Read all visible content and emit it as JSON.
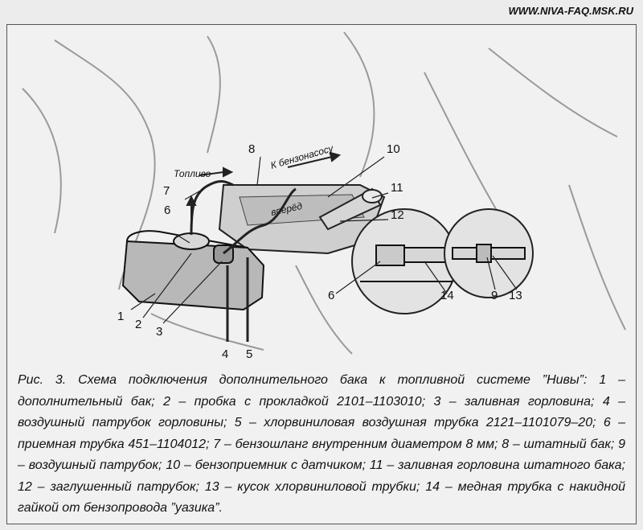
{
  "watermark": "WWW.NIVA-FAQ.MSK.RU",
  "figure": {
    "flow_labels": {
      "fuel": "Топливо",
      "to_pump": "К бензонасосу",
      "tank_text": "вперёд"
    },
    "callouts": [
      "1",
      "2",
      "3",
      "4",
      "5",
      "6",
      "7",
      "8",
      "10",
      "11",
      "12",
      "6",
      "14",
      "9",
      "13"
    ],
    "caption": "Рис. 3. Схема подключения дополнительного бака к топливной системе ”Нивы”: 1 – дополнительный бак; 2 – пробка с прокладкой 2101–1103010; 3 – заливная горловина; 4 – воздушный патрубок горловины; 5 – хлорвиниловая воздушная трубка 2121–1101079–20; 6 – приемная трубка 451–1104012; 7 – бензошланг внутренним диаметром 8 мм; 8 – штатный бак; 9 – воздушный патрубок; 10 – бензоприемник с датчиком; 11 – заливная горловина штатного бака; 12 – заглушенный патрубок; 13 – кусок хлорвиниловой трубки; 14 – медная трубка с накидной гайкой от бензопровода ”уазика”."
  }
}
